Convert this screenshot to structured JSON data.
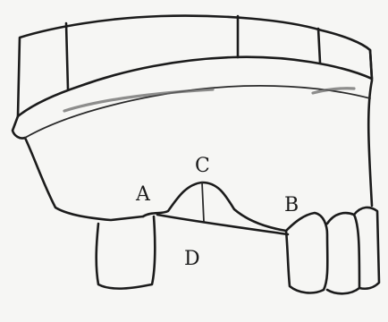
{
  "labels": {
    "A": "A",
    "B": "B",
    "C": "C",
    "D": "D"
  },
  "colors": {
    "ink": "#1b1b1b",
    "paper": "#f6f6f4"
  }
}
